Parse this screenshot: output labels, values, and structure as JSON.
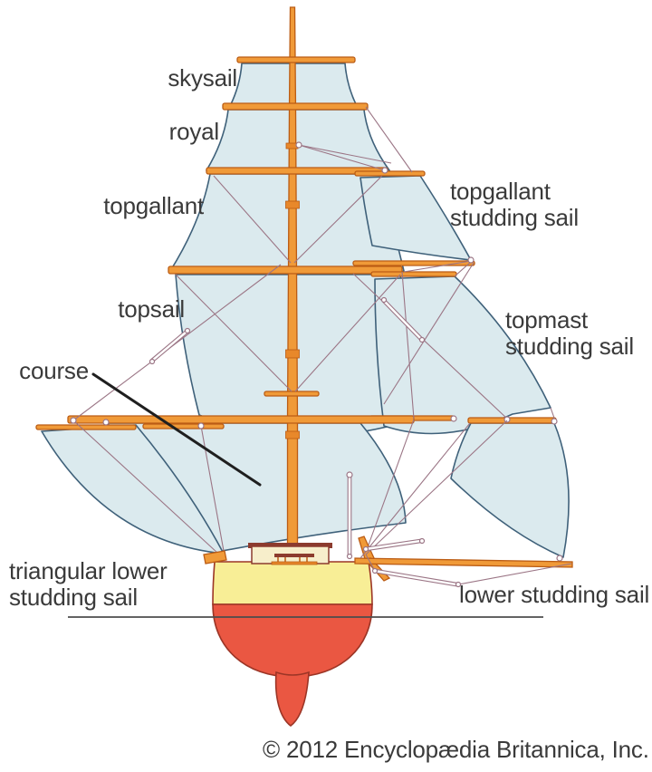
{
  "labels": {
    "skysail": "skysail",
    "royal": "royal",
    "topgallant": "topgallant",
    "topgallant_studding_sail": "topgallant\nstudding sail",
    "topsail": "topsail",
    "topmast_studding_sail": "topmast\nstudding sail",
    "course": "course",
    "triangular_lower_studding_sail": "triangular lower\nstudding sail",
    "lower_studding_sail": "lower studding sail",
    "copyright": "© 2012 Encyclopædia Britannica, Inc."
  },
  "colors": {
    "sail_fill": "#dbeaee",
    "sail_outline": "#3f617a",
    "spar_orange": "#f09a38",
    "spar_outline": "#bb5c14",
    "rigging": "#9b7585",
    "hull_upper_yellow": "#f8ee96",
    "hull_lower_red": "#ea5742",
    "hull_outline": "#9c3526",
    "deckhouse": "#f7eecb",
    "deckhouse_roof": "#8c3b2e",
    "label_text": "#3a3a3a",
    "waterline": "#4d4d4d",
    "leader_line": "#1f1f1f",
    "background": "#ffffff"
  }
}
